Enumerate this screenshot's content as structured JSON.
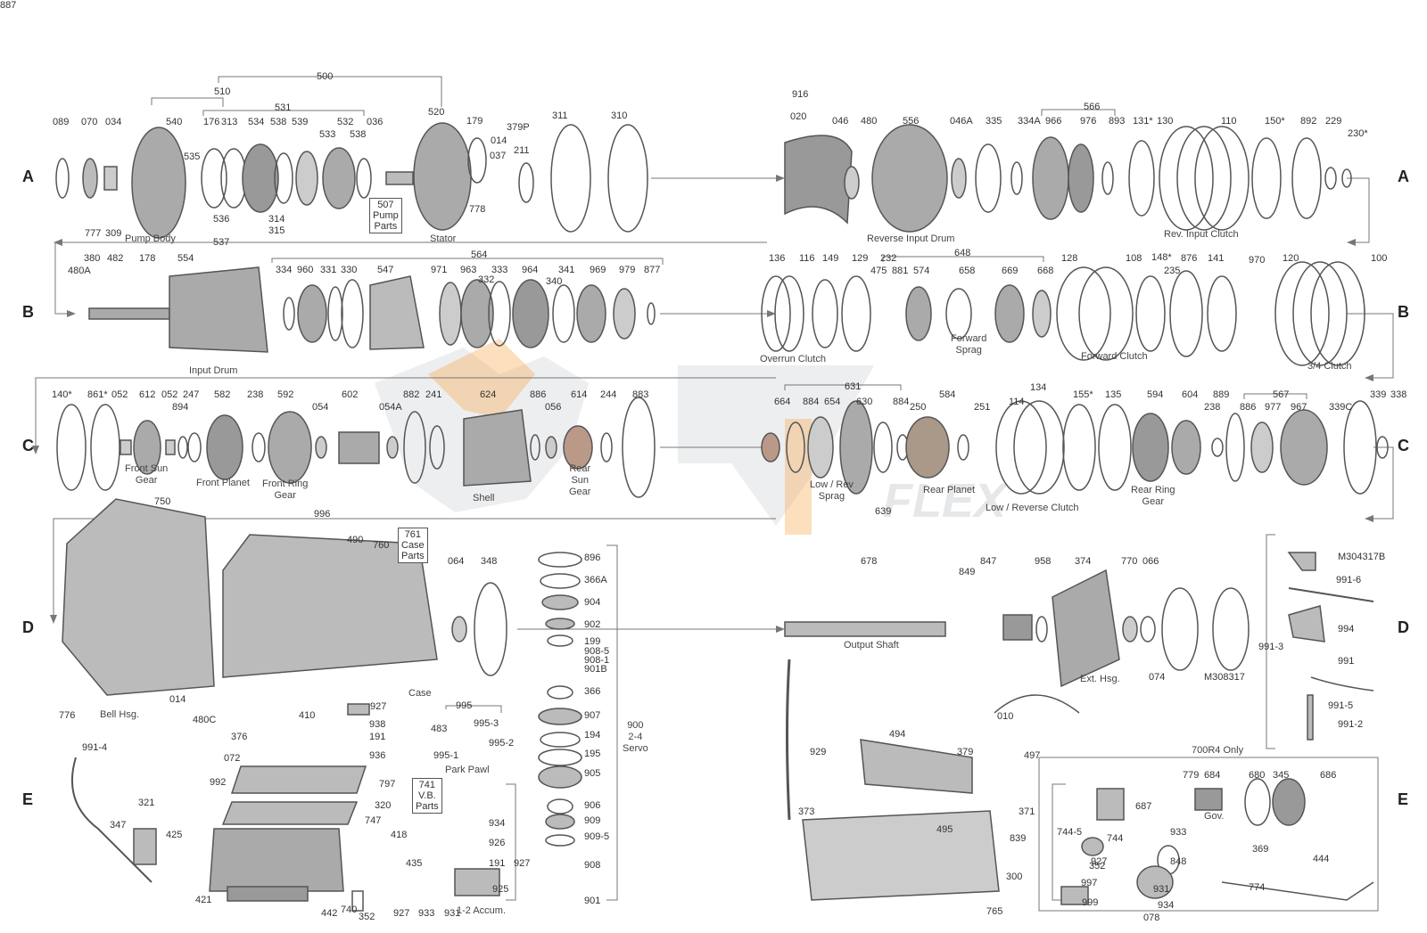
{
  "rows": [
    "A",
    "B",
    "C",
    "D",
    "E"
  ],
  "watermark": {
    "brand": "FLEX",
    "accent": "#f5a243",
    "grey": "#b7bcc2"
  },
  "parts": [
    {
      "n": "500"
    },
    {
      "n": "510"
    },
    {
      "n": "531"
    },
    {
      "n": "089"
    },
    {
      "n": "070"
    },
    {
      "n": "034"
    },
    {
      "n": "540"
    },
    {
      "n": "535"
    },
    {
      "n": "176"
    },
    {
      "n": "313"
    },
    {
      "n": "534"
    },
    {
      "n": "538"
    },
    {
      "n": "539"
    },
    {
      "n": "532"
    },
    {
      "n": "533"
    },
    {
      "n": "538"
    },
    {
      "n": "036"
    },
    {
      "n": "520"
    },
    {
      "n": "179"
    },
    {
      "n": "379P"
    },
    {
      "n": "014"
    },
    {
      "n": "037"
    },
    {
      "n": "211"
    },
    {
      "n": "311"
    },
    {
      "n": "310"
    },
    {
      "n": "536"
    },
    {
      "n": "314"
    },
    {
      "n": "315"
    },
    {
      "n": "537"
    },
    {
      "n": "777"
    },
    {
      "n": "309"
    },
    {
      "n": "778"
    },
    {
      "n": "916"
    },
    {
      "n": "020"
    },
    {
      "n": "046"
    },
    {
      "n": "480"
    },
    {
      "n": "556"
    },
    {
      "n": "046A"
    },
    {
      "n": "335"
    },
    {
      "n": "334A"
    },
    {
      "n": "566"
    },
    {
      "n": "966"
    },
    {
      "n": "976"
    },
    {
      "n": "893"
    },
    {
      "n": "131*"
    },
    {
      "n": "130"
    },
    {
      "n": "110"
    },
    {
      "n": "150*"
    },
    {
      "n": "892"
    },
    {
      "n": "229"
    },
    {
      "n": "230*"
    },
    {
      "n": "380"
    },
    {
      "n": "480A"
    },
    {
      "n": "482"
    },
    {
      "n": "178"
    },
    {
      "n": "554"
    },
    {
      "n": "564"
    },
    {
      "n": "334"
    },
    {
      "n": "960"
    },
    {
      "n": "331"
    },
    {
      "n": "330"
    },
    {
      "n": "547"
    },
    {
      "n": "971"
    },
    {
      "n": "963"
    },
    {
      "n": "333"
    },
    {
      "n": "332"
    },
    {
      "n": "964"
    },
    {
      "n": "341"
    },
    {
      "n": "340"
    },
    {
      "n": "969"
    },
    {
      "n": "979"
    },
    {
      "n": "877"
    },
    {
      "n": "136"
    },
    {
      "n": "116"
    },
    {
      "n": "149"
    },
    {
      "n": "129"
    },
    {
      "n": "232"
    },
    {
      "n": "475"
    },
    {
      "n": "881"
    },
    {
      "n": "648"
    },
    {
      "n": "574"
    },
    {
      "n": "658"
    },
    {
      "n": "669"
    },
    {
      "n": "668"
    },
    {
      "n": "128"
    },
    {
      "n": "108"
    },
    {
      "n": "148*"
    },
    {
      "n": "235"
    },
    {
      "n": "876"
    },
    {
      "n": "141"
    },
    {
      "n": "970"
    },
    {
      "n": "120"
    },
    {
      "n": "100"
    },
    {
      "n": "140*"
    },
    {
      "n": "861*"
    },
    {
      "n": "052"
    },
    {
      "n": "612"
    },
    {
      "n": "052"
    },
    {
      "n": "894"
    },
    {
      "n": "247"
    },
    {
      "n": "582"
    },
    {
      "n": "238"
    },
    {
      "n": "592"
    },
    {
      "n": "054"
    },
    {
      "n": "602"
    },
    {
      "n": "054A"
    },
    {
      "n": "882"
    },
    {
      "n": "241"
    },
    {
      "n": "624"
    },
    {
      "n": "886"
    },
    {
      "n": "056"
    },
    {
      "n": "614"
    },
    {
      "n": "244"
    },
    {
      "n": "883"
    },
    {
      "n": "631"
    },
    {
      "n": "664"
    },
    {
      "n": "884"
    },
    {
      "n": "654"
    },
    {
      "n": "630"
    },
    {
      "n": "884"
    },
    {
      "n": "250"
    },
    {
      "n": "584"
    },
    {
      "n": "251"
    },
    {
      "n": "114"
    },
    {
      "n": "134"
    },
    {
      "n": "155*"
    },
    {
      "n": "135"
    },
    {
      "n": "594"
    },
    {
      "n": "604"
    },
    {
      "n": "889"
    },
    {
      "n": "238"
    },
    {
      "n": "567"
    },
    {
      "n": "886"
    },
    {
      "n": "977"
    },
    {
      "n": "967"
    },
    {
      "n": "339C"
    },
    {
      "n": "339"
    },
    {
      "n": "338"
    },
    {
      "n": "639"
    },
    {
      "n": "750"
    },
    {
      "n": "996"
    },
    {
      "n": "490"
    },
    {
      "n": "760"
    },
    {
      "n": "064"
    },
    {
      "n": "348"
    },
    {
      "n": "896"
    },
    {
      "n": "366A"
    },
    {
      "n": "904"
    },
    {
      "n": "902"
    },
    {
      "n": "199"
    },
    {
      "n": "908-5"
    },
    {
      "n": "908-1"
    },
    {
      "n": "901B"
    },
    {
      "n": "366"
    },
    {
      "n": "907"
    },
    {
      "n": "194"
    },
    {
      "n": "195"
    },
    {
      "n": "905"
    },
    {
      "n": "906"
    },
    {
      "n": "909"
    },
    {
      "n": "909-5"
    },
    {
      "n": "908"
    },
    {
      "n": "901"
    },
    {
      "n": "776"
    },
    {
      "n": "014"
    },
    {
      "n": "480C"
    },
    {
      "n": "410"
    },
    {
      "n": "927"
    },
    {
      "n": "938"
    },
    {
      "n": "191"
    },
    {
      "n": "936"
    },
    {
      "n": "995"
    },
    {
      "n": "483"
    },
    {
      "n": "995-3"
    },
    {
      "n": "995-2"
    },
    {
      "n": "995-1"
    },
    {
      "n": "678"
    },
    {
      "n": "849"
    },
    {
      "n": "847"
    },
    {
      "n": "958"
    },
    {
      "n": "374"
    },
    {
      "n": "770"
    },
    {
      "n": "066"
    },
    {
      "n": "074"
    },
    {
      "n": "M308317"
    },
    {
      "n": "M304317B"
    },
    {
      "n": "991-6"
    },
    {
      "n": "994"
    },
    {
      "n": "991-3"
    },
    {
      "n": "991"
    },
    {
      "n": "991-5"
    },
    {
      "n": "991-2"
    },
    {
      "n": "991-4"
    },
    {
      "n": "376"
    },
    {
      "n": "072"
    },
    {
      "n": "992"
    },
    {
      "n": "797"
    },
    {
      "n": "320"
    },
    {
      "n": "747"
    },
    {
      "n": "321"
    },
    {
      "n": "347"
    },
    {
      "n": "425"
    },
    {
      "n": "418"
    },
    {
      "n": "435"
    },
    {
      "n": "421"
    },
    {
      "n": "442"
    },
    {
      "n": "740"
    },
    {
      "n": "352"
    },
    {
      "n": "927"
    },
    {
      "n": "933"
    },
    {
      "n": "931"
    },
    {
      "n": "934"
    },
    {
      "n": "926"
    },
    {
      "n": "191"
    },
    {
      "n": "927"
    },
    {
      "n": "925"
    },
    {
      "n": "929"
    },
    {
      "n": "494"
    },
    {
      "n": "379"
    },
    {
      "n": "010"
    },
    {
      "n": "497"
    },
    {
      "n": "373"
    },
    {
      "n": "371"
    },
    {
      "n": "495"
    },
    {
      "n": "839"
    },
    {
      "n": "300"
    },
    {
      "n": "765"
    },
    {
      "n": "779"
    },
    {
      "n": "684"
    },
    {
      "n": "680"
    },
    {
      "n": "345"
    },
    {
      "n": "686"
    },
    {
      "n": "687"
    },
    {
      "n": "744-5"
    },
    {
      "n": "744"
    },
    {
      "n": "352"
    },
    {
      "n": "927"
    },
    {
      "n": "933"
    },
    {
      "n": "848"
    },
    {
      "n": "369"
    },
    {
      "n": "444"
    },
    {
      "n": "997"
    },
    {
      "n": "931"
    },
    {
      "n": "774"
    },
    {
      "n": "999"
    },
    {
      "n": "934"
    },
    {
      "n": "078"
    },
    {
      "n": "887"
    }
  ],
  "captions": {
    "pump_body": "Pump Body",
    "stator": "Stator",
    "reverse_input_drum": "Reverse Input Drum",
    "rev_input_clutch": "Rev. Input Clutch",
    "input_drum": "Input Drum",
    "overrun_clutch": "Overrun Clutch",
    "forward_sprag": "Forward\nSprag",
    "forward_clutch": "Forward Clutch",
    "three_four_clutch": "3/4 Clutch",
    "front_sun_gear": "Front Sun\nGear",
    "front_planet": "Front Planet",
    "front_ring_gear": "Front Ring\nGear",
    "shell": "Shell",
    "rear_sun_gear": "Rear\nSun\nGear",
    "low_rev_sprag": "Low / Rev\nSprag",
    "rear_planet": "Rear Planet",
    "low_reverse_clutch": "Low / Reverse Clutch",
    "rear_ring_gear": "Rear Ring\nGear",
    "bell_hsg": "Bell Hsg.",
    "case": "Case",
    "output_shaft": "Output Shaft",
    "ext_hsg": "Ext. Hsg.",
    "park_pawl": "Park Pawl",
    "servo": "900\n2-4\nServo",
    "one_two_accum": "1-2 Accum.",
    "gov": "Gov.",
    "only_700r4": "700R4 Only"
  },
  "boxes": {
    "pump_parts": "507\nPump\nParts",
    "case_parts": "761\nCase\nParts",
    "vb_parts": "741\nV.B.\nParts"
  }
}
